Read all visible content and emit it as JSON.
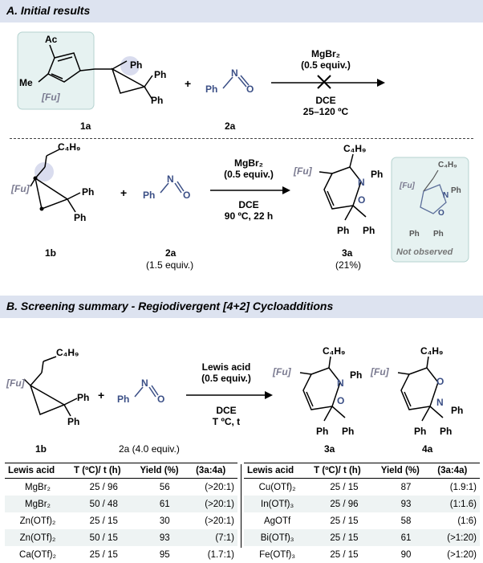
{
  "section_a": {
    "title": "A. Initial results",
    "row1": {
      "fu_label": "[Fu]",
      "ac": "Ac",
      "me": "Me",
      "ph_a": "Ph",
      "ph_b": "Ph",
      "ph_c": "Ph",
      "plus": "+",
      "nitroso_ph": "Ph",
      "nitroso_n": "N",
      "nitroso_o": "O",
      "reagent": "MgBr₂",
      "equiv": "(0.5 equiv.)",
      "solvent": "DCE",
      "temp": "25–120 ºC",
      "cpd_1a": "1a",
      "cpd_2a": "2a"
    },
    "row2": {
      "fu_label": "[Fu]",
      "c4h9": "C₄H₉",
      "ph_a": "Ph",
      "ph_b": "Ph",
      "plus": "+",
      "nitroso_ph": "Ph",
      "nitroso_n": "N",
      "nitroso_o": "O",
      "reagent": "MgBr₂",
      "equiv": "(0.5 equiv.)",
      "solvent": "DCE",
      "temp": "90 ºC, 22 h",
      "cpd_1b": "1b",
      "cpd_2a": "2a",
      "cpd_2a_equiv": "(1.5 equiv.)",
      "prod_fu": "[Fu]",
      "prod_c4h9": "C₄H₉",
      "prod_n": "N",
      "prod_o": "O",
      "prod_ph_n": "Ph",
      "prod_ph_a": "Ph",
      "prod_ph_b": "Ph",
      "cpd_3a": "3a",
      "yield_3a": "(21%)",
      "not_fu": "[Fu]",
      "not_c4h9": "C₄H₉",
      "not_n": "N",
      "not_o": "O",
      "not_ph_n": "Ph",
      "not_ph_a": "Ph",
      "not_ph_b": "Ph",
      "not_observed": "Not observed"
    }
  },
  "section_b": {
    "title": "B. Screening summary - Regiodivergent [4+2] Cycloadditions",
    "scheme": {
      "fu_label": "[Fu]",
      "c4h9": "C₄H₉",
      "ph_a": "Ph",
      "ph_b": "Ph",
      "plus": "+",
      "nitroso_ph": "Ph",
      "nitroso_n": "N",
      "nitroso_o": "O",
      "reagent": "Lewis acid",
      "equiv": "(0.5 equiv.)",
      "solvent": "DCE",
      "temp": "T ºC, t",
      "cpd_1b": "1b",
      "cpd_2a": "2a (4.0 equiv.)",
      "p3_fu": "[Fu]",
      "p3_c4h9": "C₄H₉",
      "p3_n": "N",
      "p3_o": "O",
      "p3_ph_n": "Ph",
      "p3_ph_a": "Ph",
      "p3_ph_b": "Ph",
      "cpd_3a": "3a",
      "p4_fu": "[Fu]",
      "p4_c4h9": "C₄H₉",
      "p4_n": "N",
      "p4_o": "O",
      "p4_ph_n": "Ph",
      "p4_ph_a": "Ph",
      "p4_ph_b": "Ph",
      "cpd_4a": "4a"
    },
    "table": {
      "headers": [
        "Lewis acid",
        "T (ºC)/ t (h)",
        "Yield (%)",
        "(3a:4a)"
      ],
      "left": [
        {
          "acid": "MgBr₂",
          "cond": "25 / 96",
          "yield": "56",
          "ratio": "(>20:1)"
        },
        {
          "acid": "MgBr₂",
          "cond": "50 / 48",
          "yield": "61",
          "ratio": "(>20:1)"
        },
        {
          "acid": "Zn(OTf)₂",
          "cond": "25 / 15",
          "yield": "30",
          "ratio": "(>20:1)"
        },
        {
          "acid": "Zn(OTf)₂",
          "cond": "50 / 15",
          "yield": "93",
          "ratio": "(7:1)"
        },
        {
          "acid": "Ca(OTf)₂",
          "cond": "25 / 15",
          "yield": "95",
          "ratio": "(1.7:1)"
        }
      ],
      "right": [
        {
          "acid": "Cu(OTf)₂",
          "cond": "25 / 15",
          "yield": "87",
          "ratio": "(1.9:1)"
        },
        {
          "acid": "In(OTf)₃",
          "cond": "25 / 96",
          "yield": "93",
          "ratio": "(1:1.6)"
        },
        {
          "acid": "AgOTf",
          "cond": "25 / 15",
          "yield": "58",
          "ratio": "(1:6)"
        },
        {
          "acid": "Bi(OTf)₃",
          "cond": "25 / 15",
          "yield": "61",
          "ratio": "(>1:20)"
        },
        {
          "acid": "Fe(OTf)₃",
          "cond": "25 / 15",
          "yield": "90",
          "ratio": "(>1:20)"
        }
      ]
    }
  }
}
